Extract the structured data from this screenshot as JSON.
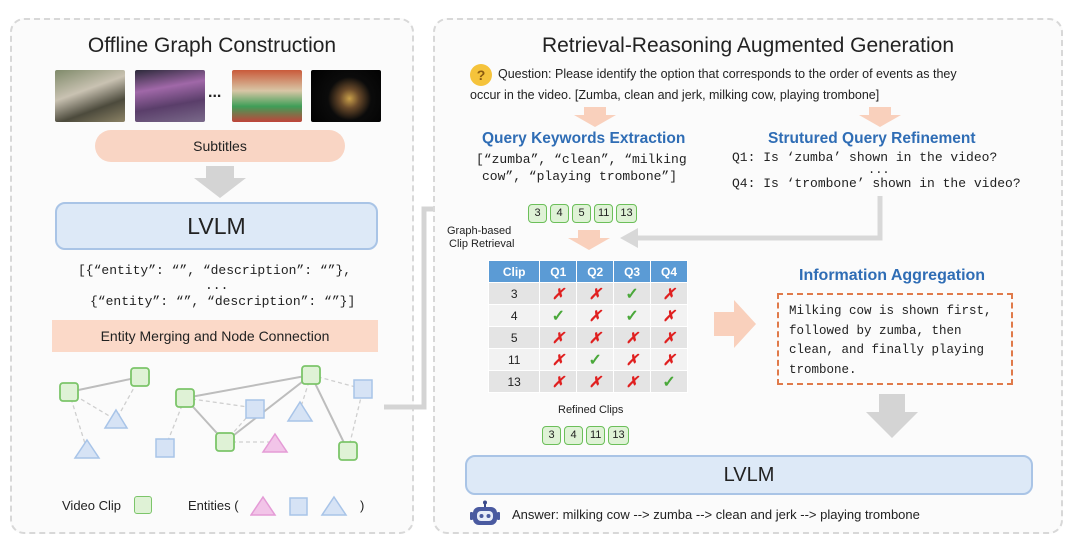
{
  "left": {
    "title": "Offline Graph Construction",
    "ellipsis": "...",
    "subtitles_label": "Subtitles",
    "lvlm_label": "LVLM",
    "json_line1": "[{“entity”: “”, “description”: “”},",
    "json_dots": "...",
    "json_line3": "{“entity”: “”, “description”: “”}]",
    "merge_label": "Entity Merging and Node Connection",
    "legend_clip": "Video Clip",
    "legend_entities": "Entities (",
    "legend_close": ")"
  },
  "right": {
    "title": "Retrieval-Reasoning Augmented Generation",
    "question_line1": "Question: Please identify the option that corresponds to the order of events as they",
    "question_line2": "occur in the video. [Zumba, clean and jerk, milking cow, playing trombone]",
    "kw_title": "Query Keywords Extraction",
    "kw_line1": "[“zumba”, “clean”, “milking",
    "kw_line2": "cow”, “playing trombone”]",
    "sq_title": "Strutured Query Refinement",
    "sq_line1": "Q1: Is ‘zumba’ shown in the video?",
    "sq_dots": "...",
    "sq_line2": "Q4: Is ‘trombone’ shown in the video?",
    "retrieved_clips": [
      "3",
      "4",
      "5",
      "11",
      "13"
    ],
    "graph_label_1": "Graph-based",
    "graph_label_2": "Clip Retrieval",
    "table_header": [
      "Clip",
      "Q1",
      "Q2",
      "Q3",
      "Q4"
    ],
    "table_rows": [
      [
        "3",
        "✗",
        "✗",
        "✓",
        "✗"
      ],
      [
        "4",
        "✓",
        "✗",
        "✓",
        "✗"
      ],
      [
        "5",
        "✗",
        "✗",
        "✗",
        "✗"
      ],
      [
        "11",
        "✗",
        "✓",
        "✗",
        "✗"
      ],
      [
        "13",
        "✗",
        "✗",
        "✗",
        "✓"
      ]
    ],
    "refined_label": "Refined Clips",
    "refined_clips": [
      "3",
      "4",
      "11",
      "13"
    ],
    "agg_title": "Information Aggregation",
    "agg_lines": [
      "Milking cow is shown first,",
      "followed by zumba, then",
      "clean, and finally playing",
      "trombone."
    ],
    "lvlm_label": "LVLM",
    "answer": "Answer: milking cow --> zumba --> clean and jerk --> playing trombone"
  },
  "colors": {
    "accent_blue": "#2f6db5",
    "pill_orange": "#f9d5c4",
    "lvlm_blue": "#dde9f7",
    "node_green": "#7cc56a",
    "entity_pink": "#e49bd6",
    "entity_blue": "#a8c4e8",
    "check": "#4aa83a",
    "cross": "#e02020"
  }
}
